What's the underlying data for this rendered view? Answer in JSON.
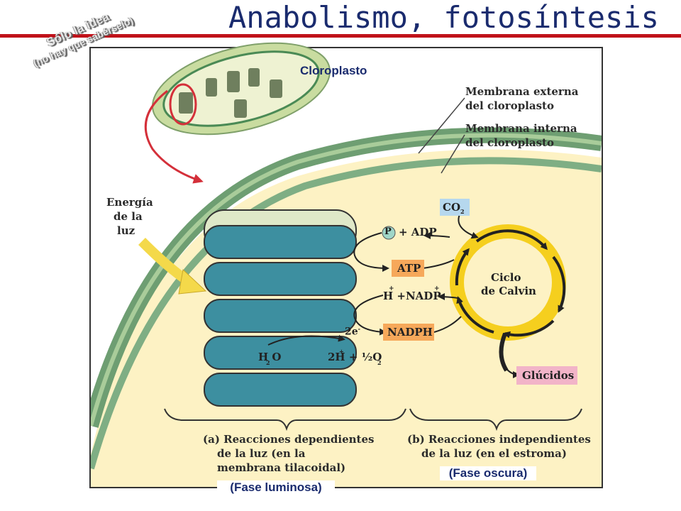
{
  "title": "Anabolismo, fotosíntesis",
  "stamp": {
    "line1": "Sólo la idea",
    "line2": "(no hay que sabérselo)"
  },
  "labels": {
    "chloroplast": "Cloroplasto",
    "outer_membrane_1": "Membrana externa",
    "outer_membrane_2": "del cloroplasto",
    "inner_membrane_1": "Membrana interna",
    "inner_membrane_2": "del cloroplasto",
    "light_1": "Energía",
    "light_2": "de la",
    "light_3": "luz",
    "co2": "CO",
    "co2_sub": "2",
    "p": "P",
    "adp": "+ ADP",
    "atp": "ATP",
    "h_nadp": "H  +NADP",
    "h_sup": "+",
    "nadp_sup": "+",
    "nadph": "NADPH",
    "two_e": "2e",
    "two_e_sup": "-",
    "h2o": "H O",
    "h2o_sub": "2",
    "products": "2H  + ½O",
    "products_sup": "+",
    "products_sub": "2",
    "calvin_1": "Ciclo",
    "calvin_2": "de Calvin",
    "glucides": "Glúcidos",
    "a_1": "(a) Reacciones dependientes",
    "a_2": "de la luz (en la",
    "a_3": "membrana tilacoidal)",
    "b_1": "(b) Reacciones independientes",
    "b_2": "de la luz (en el estroma)",
    "fase_luminosa": "(Fase luminosa)",
    "fase_oscura": "(Fase oscura)"
  },
  "colors": {
    "title": "#1a2b6e",
    "red_line": "#c0121a",
    "stroma": "#fdf2c4",
    "membrane": "#6e9e72",
    "thylakoid": "#3d8fa0",
    "calvin_ring": "#f5cf1e",
    "box_orange": "#f6a85a",
    "box_pink": "#f2b4c8",
    "box_blue": "#b6d8ee"
  }
}
